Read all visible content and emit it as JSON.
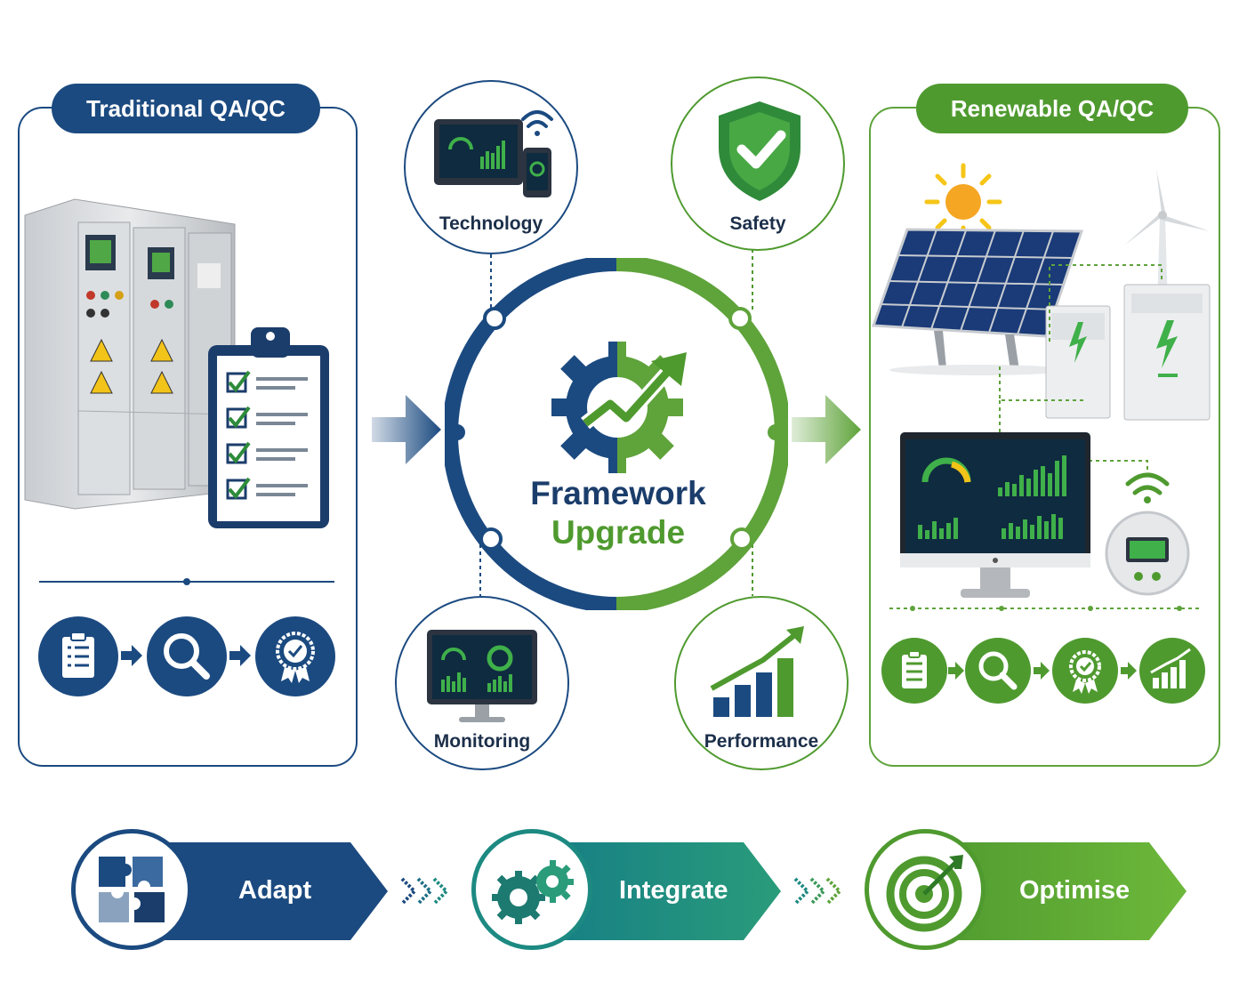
{
  "traditional": {
    "title": "Traditional QA/QC"
  },
  "renewable": {
    "title": "Renewable QA/QC"
  },
  "center": {
    "line1": "Framework",
    "line2": "Upgrade"
  },
  "pillars": {
    "technology": "Technology",
    "safety": "Safety",
    "monitoring": "Monitoring",
    "performance": "Performance"
  },
  "steps": {
    "adapt": "Adapt",
    "integrate": "Integrate",
    "optimise": "Optimise"
  },
  "colors": {
    "navy": "#1b4a80",
    "teal": "#1d8a82",
    "green": "#4f9a2f",
    "light_green": "#6db83a"
  }
}
